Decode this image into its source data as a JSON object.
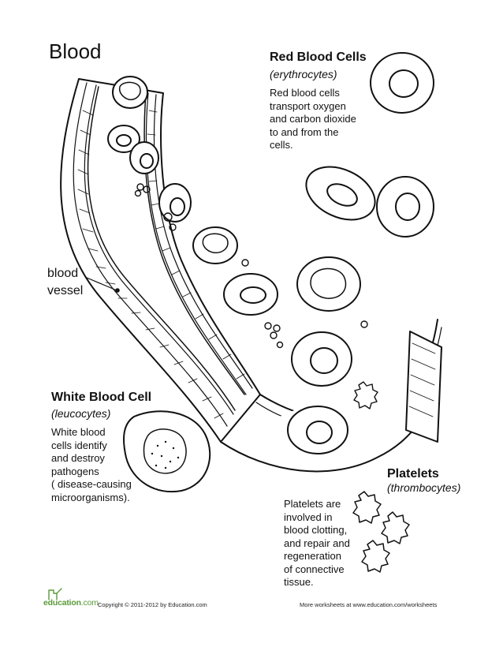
{
  "page": {
    "title": "Blood"
  },
  "red_blood_cells": {
    "heading": "Red Blood Cells",
    "subtitle": "(erythrocytes)",
    "lines": [
      "Red blood cells",
      "transport  oxygen",
      "and carbon dioxide",
      "to and from the",
      "cells."
    ]
  },
  "white_blood_cell": {
    "heading": "White Blood Cell",
    "subtitle": "(leucocytes)",
    "lines": [
      "White blood",
      "cells identify",
      "and destroy",
      "pathogens",
      "( disease-causing",
      "microorganisms)."
    ]
  },
  "platelets": {
    "heading": "Platelets",
    "subtitle": "(thrombocytes)",
    "lines": [
      "Platelets are",
      "involved in",
      "blood  clotting,",
      "and repair and",
      "regeneration",
      "of connective",
      "tissue."
    ]
  },
  "vessel_label": {
    "lines": [
      "blood",
      "vessel"
    ]
  },
  "footer": {
    "logo_text": "education",
    "logo_suffix": ".com",
    "copyright": "Copyright © 2011-2012 by Education.com",
    "more": "More worksheets at www.education.com/worksheets"
  },
  "colors": {
    "logo_green": "#5a9a3a",
    "ink": "#111111"
  },
  "icons": [
    "education-logo-icon"
  ]
}
